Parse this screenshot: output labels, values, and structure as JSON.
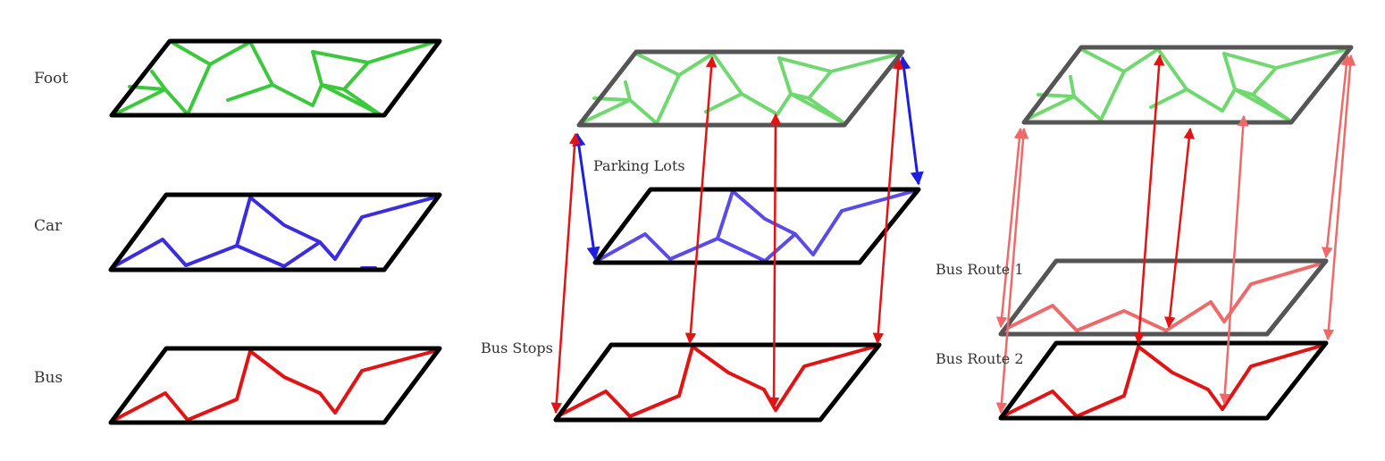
{
  "labels": {
    "foot": "Foot",
    "car": "Car",
    "bus": "Bus",
    "parking_lots": "Parking Lots",
    "bus_stops": "Bus Stops",
    "bus_route_1": "Bus Route 1",
    "bus_route_2": "Bus Route 2"
  },
  "colors": {
    "foot": "#3cc83c",
    "foot_light": "#6fd86f",
    "car": "#3c2ce0",
    "car_light": "#5a4ae8",
    "bus": "#e01414",
    "bus_light": "#ee6a6a",
    "parking_link": "#1e1ee0",
    "stop_link": "#e01414",
    "outline": "#000000",
    "outline_grey": "#555555"
  }
}
